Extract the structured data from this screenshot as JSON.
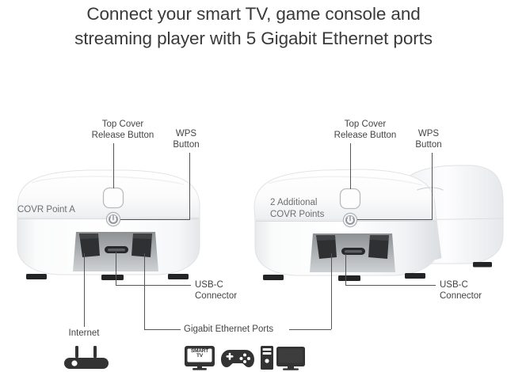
{
  "headline": {
    "line1": "Connect your smart TV, game console and",
    "line2": "streaming player with 5 Gigabit Ethernet ports"
  },
  "left_device": {
    "shell_label": "COVR Point A",
    "top_cover_label_line1": "Top Cover",
    "top_cover_label_line2": "Release Button",
    "wps_label_line1": "WPS",
    "wps_label_line2": "Button",
    "usbc_label_line1": "USB-C",
    "usbc_label_line2": "Connector"
  },
  "right_device": {
    "shell_label_line1": "2 Additional",
    "shell_label_line2": "COVR Points",
    "top_cover_label_line1": "Top Cover",
    "top_cover_label_line2": "Release Button",
    "wps_label_line1": "WPS",
    "wps_label_line2": "Button",
    "usbc_label_line1": "USB-C",
    "usbc_label_line2": "Connector"
  },
  "bottom_callouts": {
    "internet": "Internet",
    "gigabit_ports": "Gigabit Ethernet Ports"
  },
  "icons": {
    "modem": "modem-icon",
    "smart_tv_line1": "SMART",
    "smart_tv_line2": "TV",
    "gamepad": "gamepad-icon",
    "pc_tower": "pc-tower-icon",
    "monitor": "monitor-icon"
  },
  "colors": {
    "background": "#ffffff",
    "headline_text": "#3a3a3a",
    "callout_text": "#444444",
    "shell_text": "#6e6e6e",
    "leader_line": "#555555",
    "device_shell_light": "#fdfdfd",
    "device_shell_shadow": "#e2e3e5",
    "port_dark": "#2b2b2b",
    "icon_dark": "#333333"
  }
}
